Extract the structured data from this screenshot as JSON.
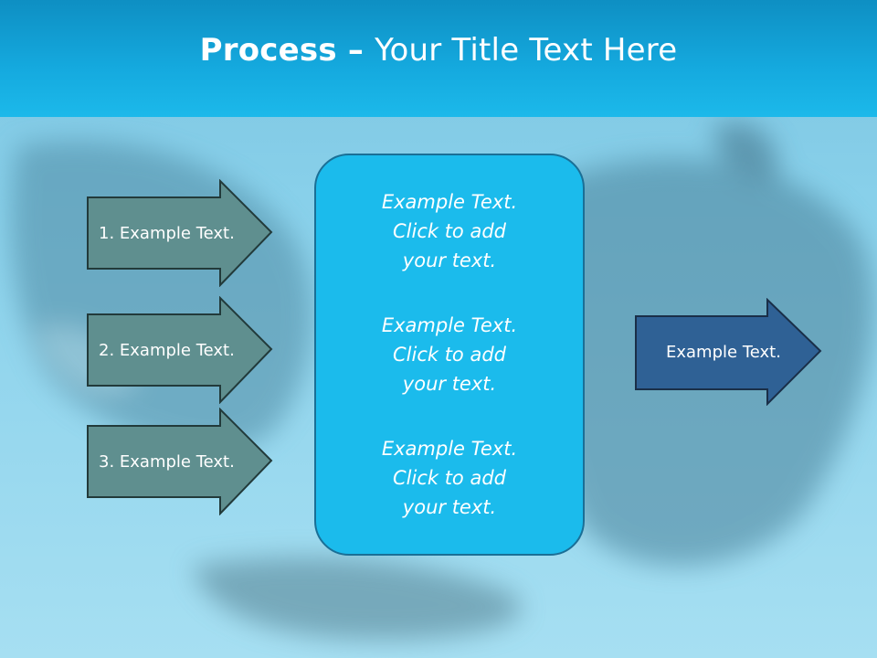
{
  "title": {
    "bold": "Process",
    "dash": " – ",
    "rest": "Your Title Text Here"
  },
  "input_arrows": [
    {
      "label": "1. Example Text."
    },
    {
      "label": "2. Example Text."
    },
    {
      "label": "3. Example Text."
    }
  ],
  "center_box": {
    "paragraphs": [
      "Example Text.\nClick  to add\nyour text.",
      "Example Text.\nClick  to add\nyour text.",
      "Example Text.\nClick  to add\nyour text."
    ]
  },
  "output_arrow": {
    "label": "Example Text."
  },
  "colors": {
    "header": "#15aadf",
    "input_arrow_fill": "#5f8f8f",
    "output_arrow_fill": "#2f6195",
    "center_box_fill": "#1bbbec",
    "text": "#ffffff"
  }
}
